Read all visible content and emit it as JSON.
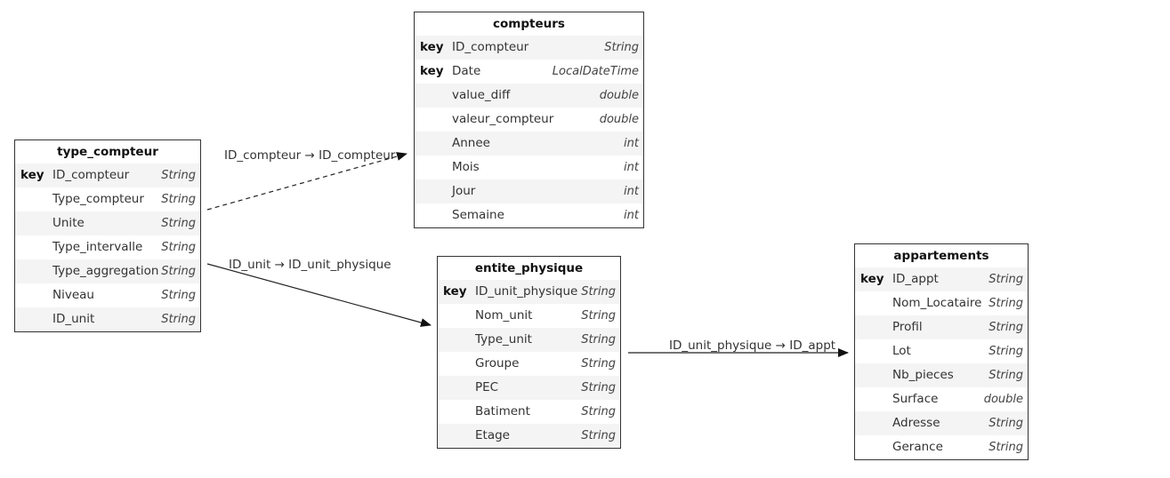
{
  "entities": {
    "type_compteur": {
      "title": "type_compteur",
      "fields": [
        {
          "key": "key",
          "name": "ID_compteur",
          "type": "String"
        },
        {
          "key": "",
          "name": "Type_compteur",
          "type": "String"
        },
        {
          "key": "",
          "name": "Unite",
          "type": "String"
        },
        {
          "key": "",
          "name": "Type_intervalle",
          "type": "String"
        },
        {
          "key": "",
          "name": "Type_aggregation",
          "type": "String"
        },
        {
          "key": "",
          "name": "Niveau",
          "type": "String"
        },
        {
          "key": "",
          "name": "ID_unit",
          "type": "String"
        }
      ]
    },
    "compteurs": {
      "title": "compteurs",
      "fields": [
        {
          "key": "key",
          "name": "ID_compteur",
          "type": "String"
        },
        {
          "key": "key",
          "name": "Date",
          "type": "LocalDateTime"
        },
        {
          "key": "",
          "name": "value_diff",
          "type": "double"
        },
        {
          "key": "",
          "name": "valeur_compteur",
          "type": "double"
        },
        {
          "key": "",
          "name": "Annee",
          "type": "int"
        },
        {
          "key": "",
          "name": "Mois",
          "type": "int"
        },
        {
          "key": "",
          "name": "Jour",
          "type": "int"
        },
        {
          "key": "",
          "name": "Semaine",
          "type": "int"
        }
      ]
    },
    "entite_physique": {
      "title": "entite_physique",
      "fields": [
        {
          "key": "key",
          "name": "ID_unit_physique",
          "type": "String"
        },
        {
          "key": "",
          "name": "Nom_unit",
          "type": "String"
        },
        {
          "key": "",
          "name": "Type_unit",
          "type": "String"
        },
        {
          "key": "",
          "name": "Groupe",
          "type": "String"
        },
        {
          "key": "",
          "name": "PEC",
          "type": "String"
        },
        {
          "key": "",
          "name": "Batiment",
          "type": "String"
        },
        {
          "key": "",
          "name": "Etage",
          "type": "String"
        }
      ]
    },
    "appartements": {
      "title": "appartements",
      "fields": [
        {
          "key": "key",
          "name": "ID_appt",
          "type": "String"
        },
        {
          "key": "",
          "name": "Nom_Locataire",
          "type": "String"
        },
        {
          "key": "",
          "name": "Profil",
          "type": "String"
        },
        {
          "key": "",
          "name": "Lot",
          "type": "String"
        },
        {
          "key": "",
          "name": "Nb_pieces",
          "type": "String"
        },
        {
          "key": "",
          "name": "Surface",
          "type": "double"
        },
        {
          "key": "",
          "name": "Adresse",
          "type": "String"
        },
        {
          "key": "",
          "name": "Gerance",
          "type": "String"
        }
      ]
    }
  },
  "relations": [
    {
      "label": "ID_compteur → ID_compteur",
      "style": "dashed"
    },
    {
      "label": "ID_unit → ID_unit_physique",
      "style": "solid"
    },
    {
      "label": "ID_unit_physique → ID_appt",
      "style": "solid"
    }
  ],
  "colors": {
    "border": "#333333",
    "alt_row": "#f4f4f4",
    "line": "#222222"
  }
}
